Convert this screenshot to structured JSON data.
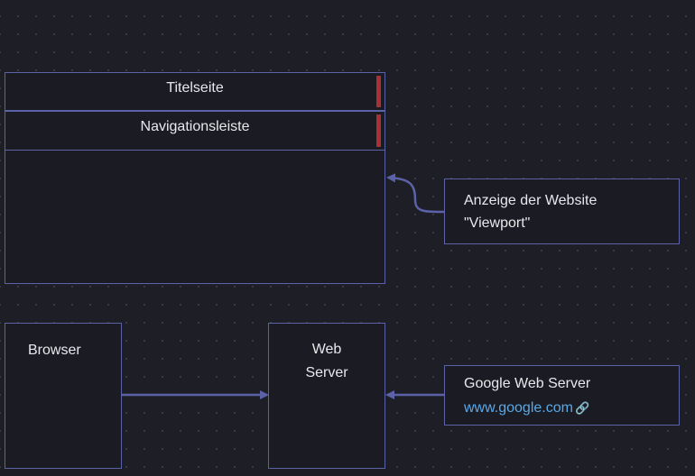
{
  "website": {
    "title_bar": "Titelseite",
    "nav_bar": "Navigationsleiste"
  },
  "viewport_note": {
    "line1": "Anzeige der Website",
    "line2": "\"Viewport\""
  },
  "browser": {
    "label": "Browser"
  },
  "web_server": {
    "line1": "Web",
    "line2": "Server"
  },
  "google_server": {
    "label": "Google Web Server",
    "link_text": "www.google.com",
    "link_icon": "link-icon"
  },
  "colors": {
    "background": "#1e1f26",
    "border": "#5b62a8",
    "accent_red": "#a83232",
    "link": "#5aa8e8"
  }
}
